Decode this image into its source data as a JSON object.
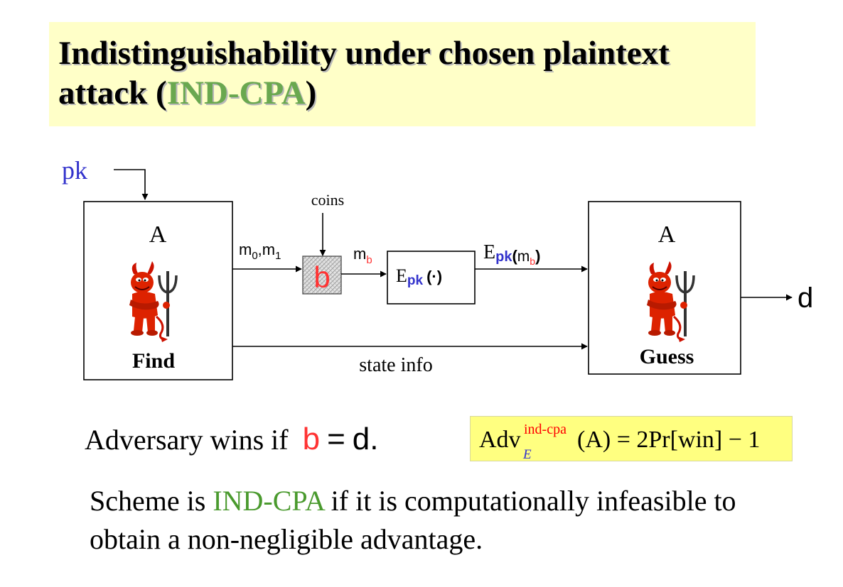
{
  "slide": {
    "title_pre": "Indistinguishability under chosen plaintext attack (",
    "title_acronym": "IND-CPA",
    "title_post": ")"
  },
  "diagram": {
    "pk_label": "pk",
    "adversary_left": {
      "name": "A",
      "phase": "Find"
    },
    "adversary_right": {
      "name": "A",
      "phase": "Guess"
    },
    "coins_label": "coins",
    "bit_label": "b",
    "messages_label": {
      "m": "m",
      "sub0": "0",
      "sep": ",",
      "sub1": "1"
    },
    "mb_label": {
      "m": "m",
      "sub": "b"
    },
    "encrypt_box": {
      "e": "E",
      "pk": "pk",
      "arg": "(·)"
    },
    "ciphertext_label": {
      "e": "E",
      "pk": "pk",
      "open": "(",
      "m": "m",
      "sub": "b",
      "close": ")"
    },
    "state_label": "state info",
    "output_label": "d"
  },
  "condition": {
    "prefix": "Adversary wins if",
    "b": "b",
    "eq": "=",
    "d": "d.",
    "formula": {
      "adv": "Adv",
      "sup": "ind-cpa",
      "sub": "E",
      "rest": "(A) = 2Pr[win] − 1"
    }
  },
  "note": {
    "pre": "Scheme is ",
    "acronym": "IND-CPA",
    "post": " if it is computationally infeasible to obtain a non-negligible advantage."
  },
  "colors": {
    "title_bg": "#ffffc8",
    "formula_bg": "#ffff80",
    "acronym": "#6aa84f",
    "pk_blue": "#3333cc",
    "bit_red": "#ff3333"
  }
}
